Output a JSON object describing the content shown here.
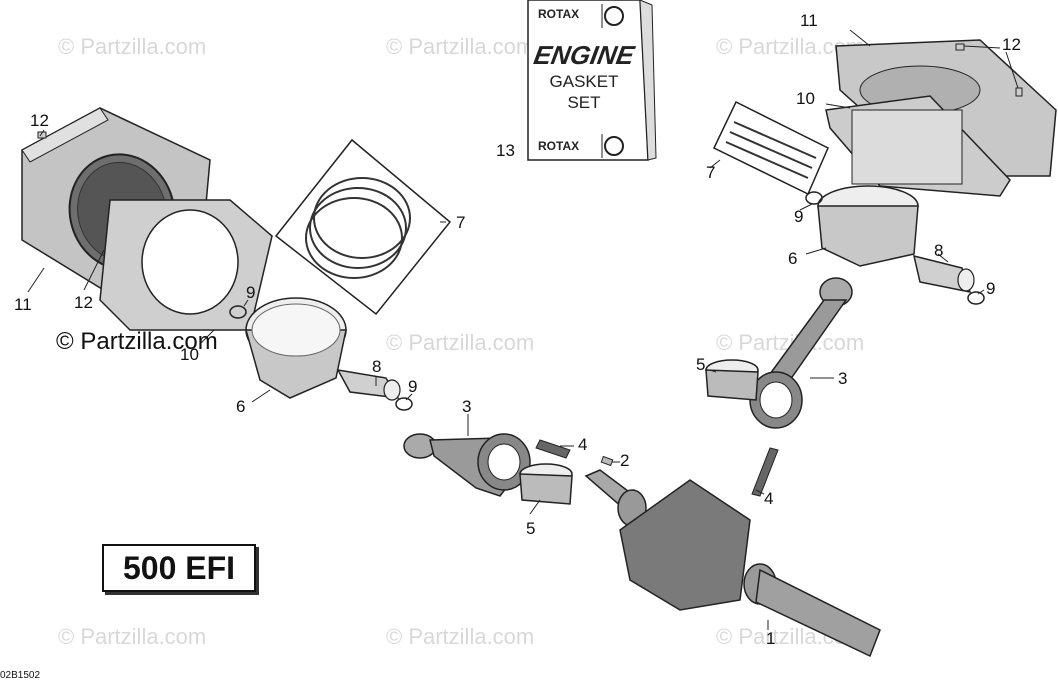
{
  "watermark_text": "© Partzilla.com",
  "copyright_label": "© Partzilla.com",
  "model_label": "500 EFI",
  "diagram_code": "02B1502",
  "gasket_kit": {
    "brand": "ROTAX",
    "line1": "ENGINE",
    "line2": "GASKET",
    "line3": "SET",
    "brand_bottom": "ROTAX"
  },
  "callouts": {
    "c1": "1",
    "c2": "2",
    "c3a": "3",
    "c3b": "3",
    "c4a": "4",
    "c4b": "4",
    "c5a": "5",
    "c5b": "5",
    "c6a": "6",
    "c6b": "6",
    "c7a": "7",
    "c7b": "7",
    "c8a": "8",
    "c8b": "8",
    "c9a": "9",
    "c9b": "9",
    "c9c": "9",
    "c9d": "9",
    "c10a": "10",
    "c10b": "10",
    "c11a": "11",
    "c11b": "11",
    "c12a": "12",
    "c12b": "12",
    "c12c": "12",
    "c13": "13"
  },
  "colors": {
    "part_fill": "#bdbdbd",
    "part_dark": "#8a8a8a",
    "outline": "#222222",
    "watermark": "#d8d8d8"
  }
}
